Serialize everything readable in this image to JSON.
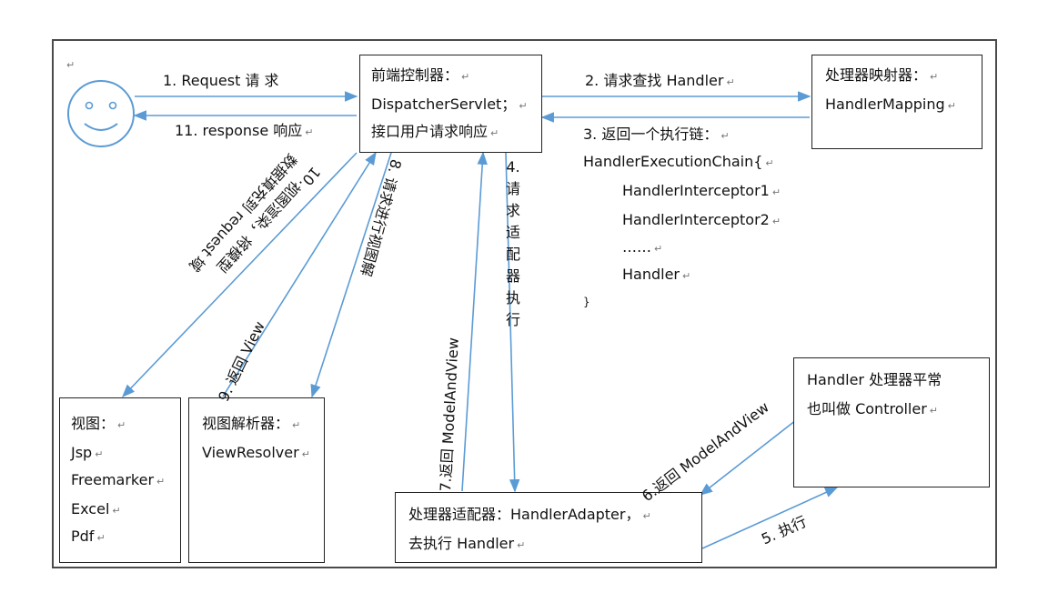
{
  "stick_mark": "↵",
  "actor": {
    "icon": "smiley-face-icon"
  },
  "dispatcher": {
    "line1": "前端控制器：",
    "line2": "DispatcherServlet；",
    "line3": "接口用户请求响应"
  },
  "mapping": {
    "line1": "处理器映射器：",
    "line2": "HandlerMapping"
  },
  "chain": {
    "line1": "3. 返回一个执行链：",
    "line2": "HandlerExecutionChain{",
    "line3": "HandlerInterceptor1",
    "line4": "HandlerInterceptor2",
    "line5": "……",
    "line6": "Handler",
    "line7": "}"
  },
  "view": {
    "line1": "视图：",
    "line2": "Jsp",
    "line3": "Freemarker",
    "line4": "Excel",
    "line5": "Pdf"
  },
  "resolver": {
    "line1": "视图解析器：",
    "line2": "ViewResolver"
  },
  "adapter": {
    "line1": "处理器适配器：HandlerAdapter，",
    "line2": "去执行 Handler"
  },
  "handler": {
    "line1": "Handler  处理器平常",
    "line2": "也叫做 Controller"
  },
  "edges": {
    "e1": "1.   Request  请 求",
    "e11": "11. response  响应",
    "e2": "2.  请求查找 Handler",
    "e4": "4. 请 求 适 配 器 执 行",
    "e5": "5.  执行",
    "e6": "6.返回 ModelAndView",
    "e7": "7.返回 ModelAndView",
    "e8": "8. 请求进行视图解",
    "e9": "9. 返回 View",
    "e10a": "10.",
    "e10b": "数据填充到 request 域",
    "e10c": "视图渲染，将模型"
  }
}
